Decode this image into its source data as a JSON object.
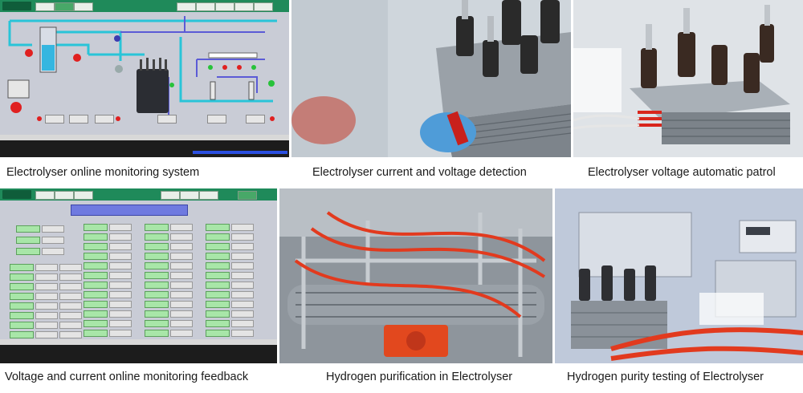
{
  "captions": {
    "scada": "Electrolyser online monitoring system",
    "detection": "Electrolyser current and voltage detection",
    "patrol": "Electrolyser voltage automatic patrol",
    "feedback": "Voltage and current online monitoring feedback",
    "purification": "Hydrogen purification in Electrolyser",
    "purity": "Hydrogen purity testing of Electrolyser"
  },
  "colors": {
    "scada_header": "#1f8a5a",
    "pipe_water": "#29c4d8",
    "pipe_gas": "#5b5bd6",
    "alarm_red": "#e02020",
    "ok_green": "#27c23a",
    "hose_red": "#e23a1e",
    "stack_steel": "#9aa1a8"
  },
  "icons": [
    "electrolyser-stack-icon",
    "water-tank-icon",
    "valve-icon",
    "pump-icon",
    "separator-icon"
  ]
}
